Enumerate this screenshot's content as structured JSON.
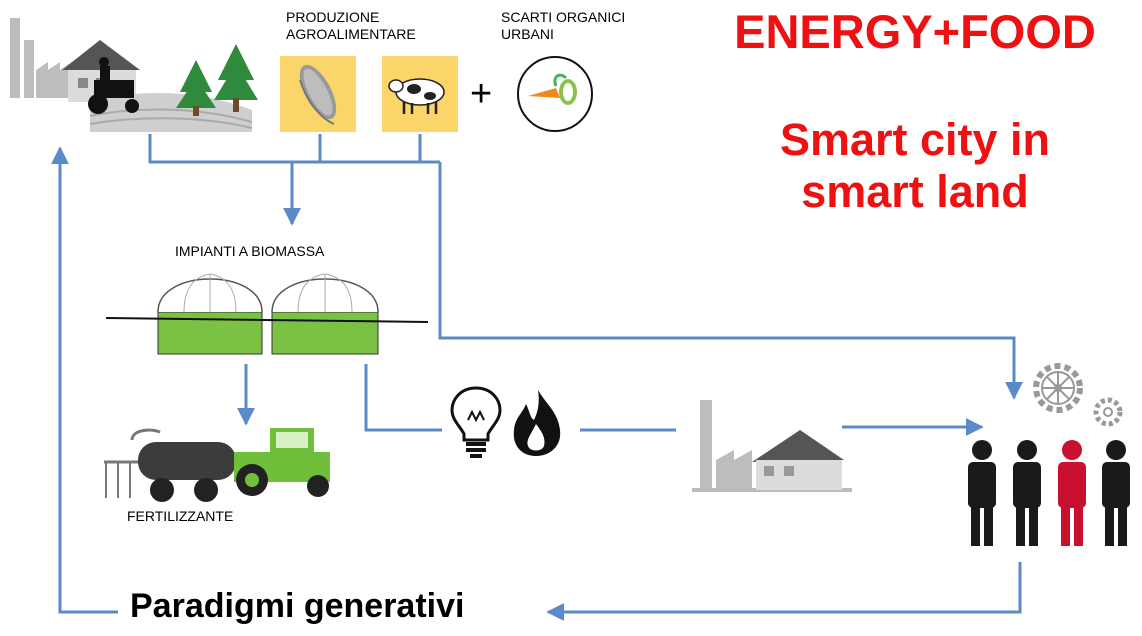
{
  "title": "ENERGY+FOOD",
  "subtitle": "Smart city in\nsmart land",
  "labels": {
    "produzione": "PRODUZIONE\nAGROALIMENTARE",
    "scarti": "SCARTI ORGANICI\nURBANI",
    "impianti": "IMPIANTI A BIOMASSA",
    "fertilizzante": "FERTILIZZANTE",
    "paradigmi": "Paradigmi generativi",
    "plus": "+"
  },
  "colors": {
    "accent_red": "#ee1111",
    "arrow_blue": "#5b8ac8",
    "tile_yellow": "#fbd56a",
    "biomass_green": "#7bc143",
    "person_dark": "#1a1a1a",
    "person_red": "#c8102e"
  },
  "icons": [
    "farm-icon",
    "corn-icon",
    "cow-icon",
    "food-waste-icon",
    "biogas-dome-icon",
    "tractor-tank-icon",
    "lightbulb-icon",
    "flame-icon",
    "factory-icon",
    "gears-icon",
    "people-icon"
  ]
}
